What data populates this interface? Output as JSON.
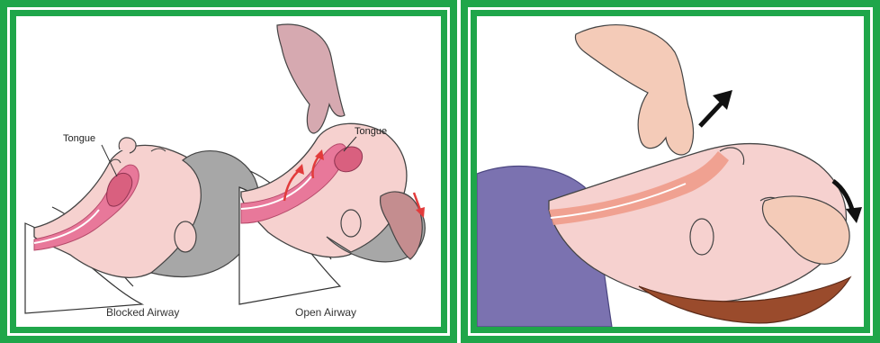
{
  "left_panel": {
    "label_tongue_blocked": "Tongue",
    "label_tongue_open": "Tongue",
    "caption_blocked": "Blocked Airway",
    "caption_open": "Open Airway"
  },
  "colors": {
    "frame_green": "#1fa64a",
    "skin": "#f6d1cf",
    "airway_pink": "#e8789a",
    "hair_gray": "#a7a7a7",
    "shirt_purple": "#7b72b0",
    "hair_brown": "#9a4b2c",
    "arrow_red": "#e23b3b",
    "arrow_black": "#111111"
  }
}
